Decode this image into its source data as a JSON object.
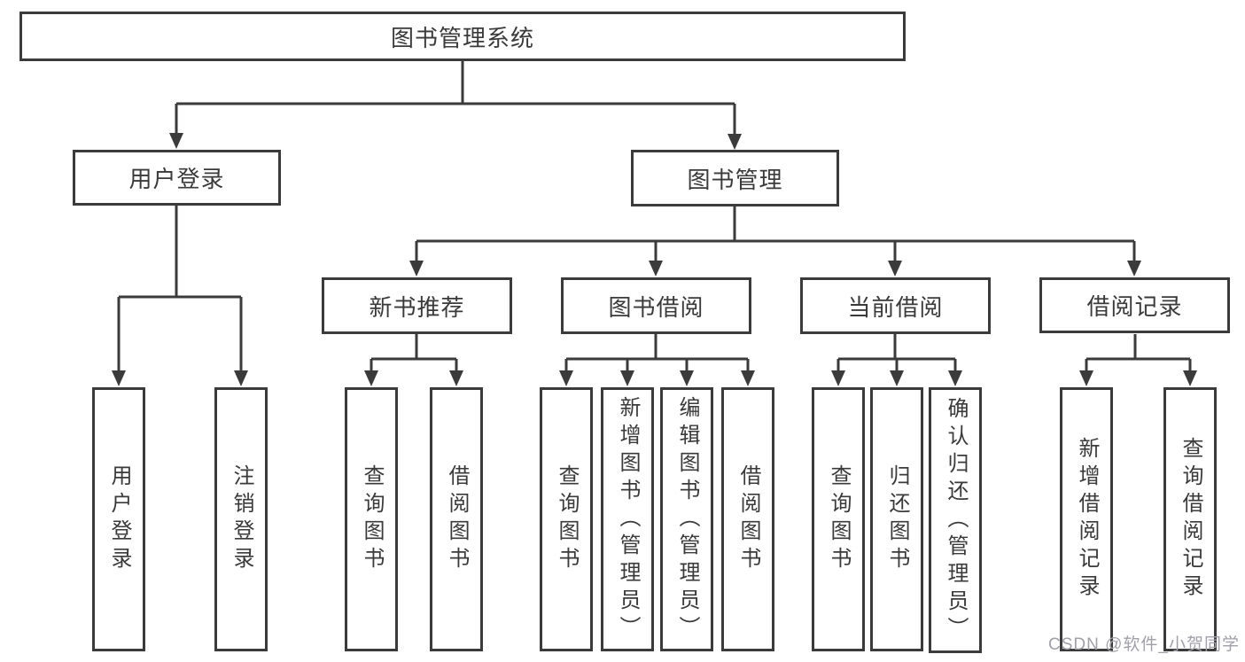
{
  "diagram": {
    "root_label": "图书管理系统",
    "level2": [
      "用户登录",
      "图书管理"
    ],
    "level3": [
      "新书推荐",
      "图书借阅",
      "当前借阅",
      "借阅记录"
    ],
    "leaves_login": [
      "用户登录",
      "注销登录"
    ],
    "leaves_recommend": [
      "查询图书",
      "借阅图书"
    ],
    "leaves_borrow": [
      "查询图书",
      "新增图书（管理员）",
      "编辑图书（管理员）",
      "借阅图书"
    ],
    "leaves_current": [
      "查询图书",
      "归还图书",
      "确认归还（管理员）"
    ],
    "leaves_records": [
      "新增借阅记录",
      "查询借阅记录"
    ]
  },
  "colors": {
    "line": "#3b3b3b",
    "text": "#3a3a3a",
    "watermark": "#a0a0a8",
    "background": "#ffffff"
  },
  "watermark": "CSDN @软件_小贺同学"
}
